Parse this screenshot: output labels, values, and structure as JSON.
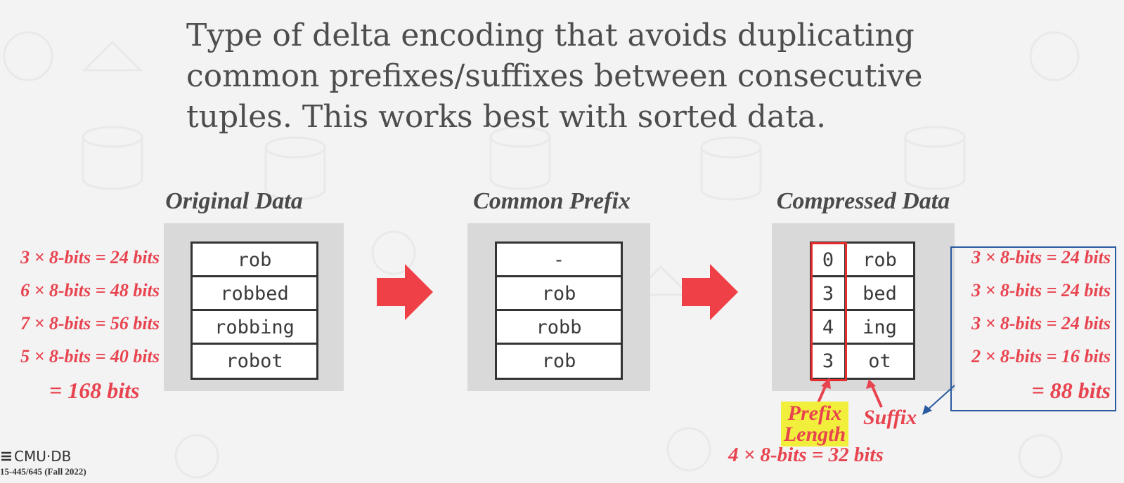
{
  "description": [
    "Type of delta encoding that avoids duplicating",
    "common prefixes/suffixes between consecutive",
    "tuples. This works best with sorted data."
  ],
  "panels": {
    "original": {
      "title": "Original Data",
      "rows": [
        "rob",
        "robbed",
        "robbing",
        "robot"
      ]
    },
    "common": {
      "title": "Common Prefix",
      "rows": [
        "-",
        "rob",
        "robb",
        "rob"
      ]
    },
    "compressed": {
      "title": "Compressed Data",
      "rows": [
        {
          "prefix_len": "0",
          "suffix": "rob"
        },
        {
          "prefix_len": "3",
          "suffix": "bed"
        },
        {
          "prefix_len": "4",
          "suffix": "ing"
        },
        {
          "prefix_len": "3",
          "suffix": "ot"
        }
      ]
    }
  },
  "original_sizes": [
    "3 × 8-bits = 24 bits",
    "6 × 8-bits = 48 bits",
    "7 × 8-bits = 56 bits",
    "5 × 8-bits = 40 bits"
  ],
  "original_total": "= 168 bits",
  "compressed_sizes": [
    "3 × 8-bits = 24 bits",
    "3 × 8-bits = 24 bits",
    "3 × 8-bits = 24 bits",
    "2 × 8-bits = 16 bits"
  ],
  "compressed_total": "= 88 bits",
  "labels": {
    "prefix_length_line1": "Prefix",
    "prefix_length_line2": "Length",
    "suffix": "Suffix",
    "prefix_bits": "4 × 8-bits = 32 bits"
  },
  "footer": {
    "logo": "CMU·DB",
    "course": "15-445/645 (Fall 2022)"
  },
  "colors": {
    "accent_red": "#e84450",
    "arrow_red": "#ef4047",
    "highlight_yellow": "#f2ef3c",
    "blue_box": "#2a5aa0"
  }
}
